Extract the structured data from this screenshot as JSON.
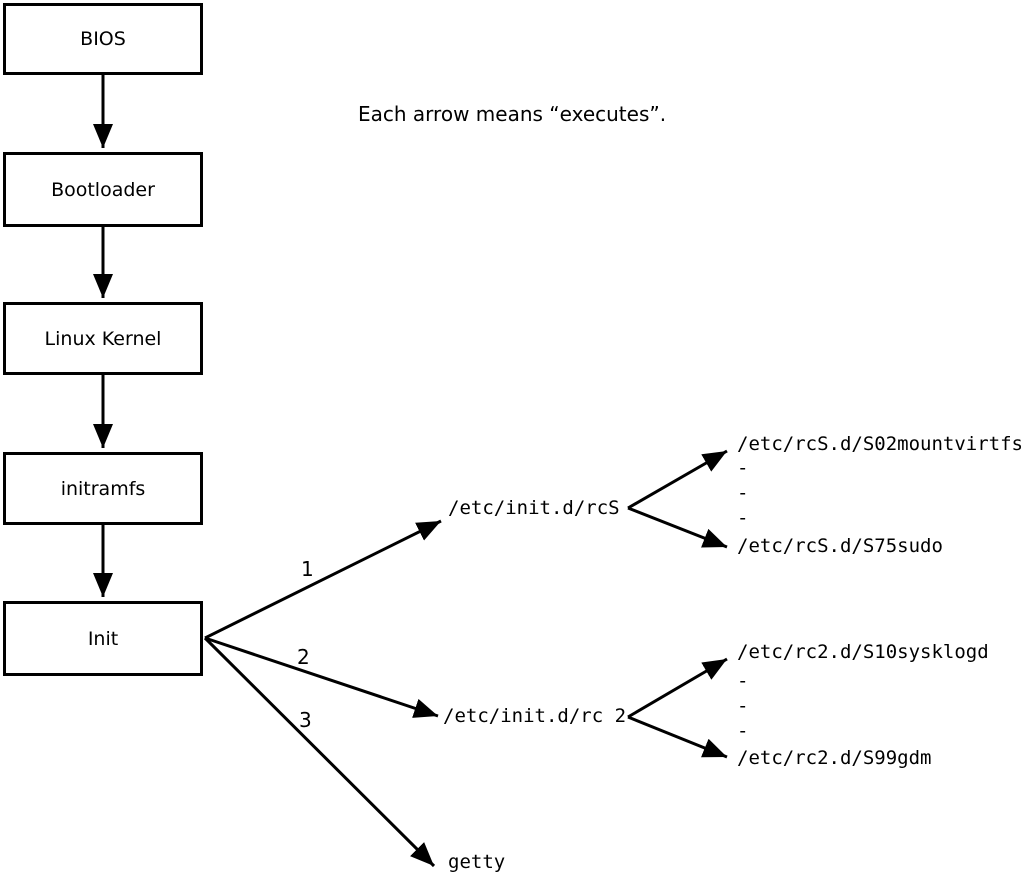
{
  "caption": "Each arrow means “executes”.",
  "boxes": [
    {
      "label": "BIOS"
    },
    {
      "label": "Bootloader"
    },
    {
      "label": "Linux Kernel"
    },
    {
      "label": "initramfs"
    },
    {
      "label": "Init"
    }
  ],
  "branches": [
    {
      "number": "1",
      "target": "/etc/init.d/rcS",
      "children": [
        "/etc/rcS.d/S02mountvirtfs",
        "-",
        "-",
        "-",
        "/etc/rcS.d/S75sudo"
      ]
    },
    {
      "number": "2",
      "target": "/etc/init.d/rc 2",
      "children": [
        "/etc/rc2.d/S10sysklogd",
        "-",
        "-",
        "-",
        "/etc/rc2.d/S99gdm"
      ]
    },
    {
      "number": "3",
      "target": "getty",
      "children": []
    }
  ],
  "colors": {
    "line": "#000000",
    "background": "#ffffff"
  }
}
